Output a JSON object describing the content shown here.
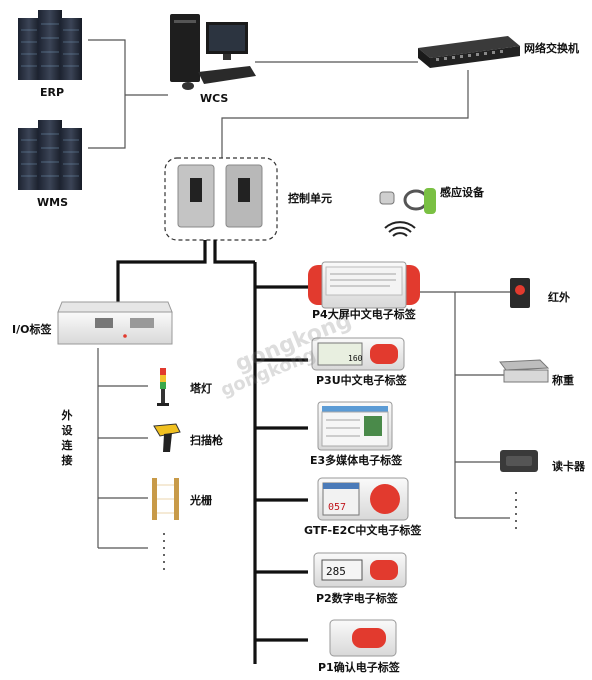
{
  "labels": {
    "erp": "ERP",
    "wms": "WMS",
    "wcs": "WCS",
    "switch": "网络交换机",
    "control_unit": "控制单元",
    "sensing_device": "感应设备",
    "io_tag": "I/O标签",
    "peripheral_vertical": [
      "外",
      "设",
      "连",
      "接"
    ],
    "tower_light": "塔灯",
    "scanner": "扫描枪",
    "light_curtain": "光栅",
    "infrared": "红外",
    "scale": "称重",
    "card_reader": "读卡器",
    "p4": "P4大屏中文电子标签",
    "p3u": "P3U中文电子标签",
    "e3": "E3多媒体电子标签",
    "gtf": "GTF-E2C中文电子标签",
    "p2": "P2数字电子标签",
    "p1": "P1确认电子标签"
  },
  "device_text": {
    "p3u_number": "160",
    "gtf_number": "057",
    "p2_number": "285"
  },
  "watermark": {
    "line1": "gongkong",
    "line2": "gongkong"
  },
  "colors": {
    "line_dark": "#111111",
    "line_thin": "#555555",
    "device_red": "#e23a2e",
    "server_body": "#2a3040"
  }
}
